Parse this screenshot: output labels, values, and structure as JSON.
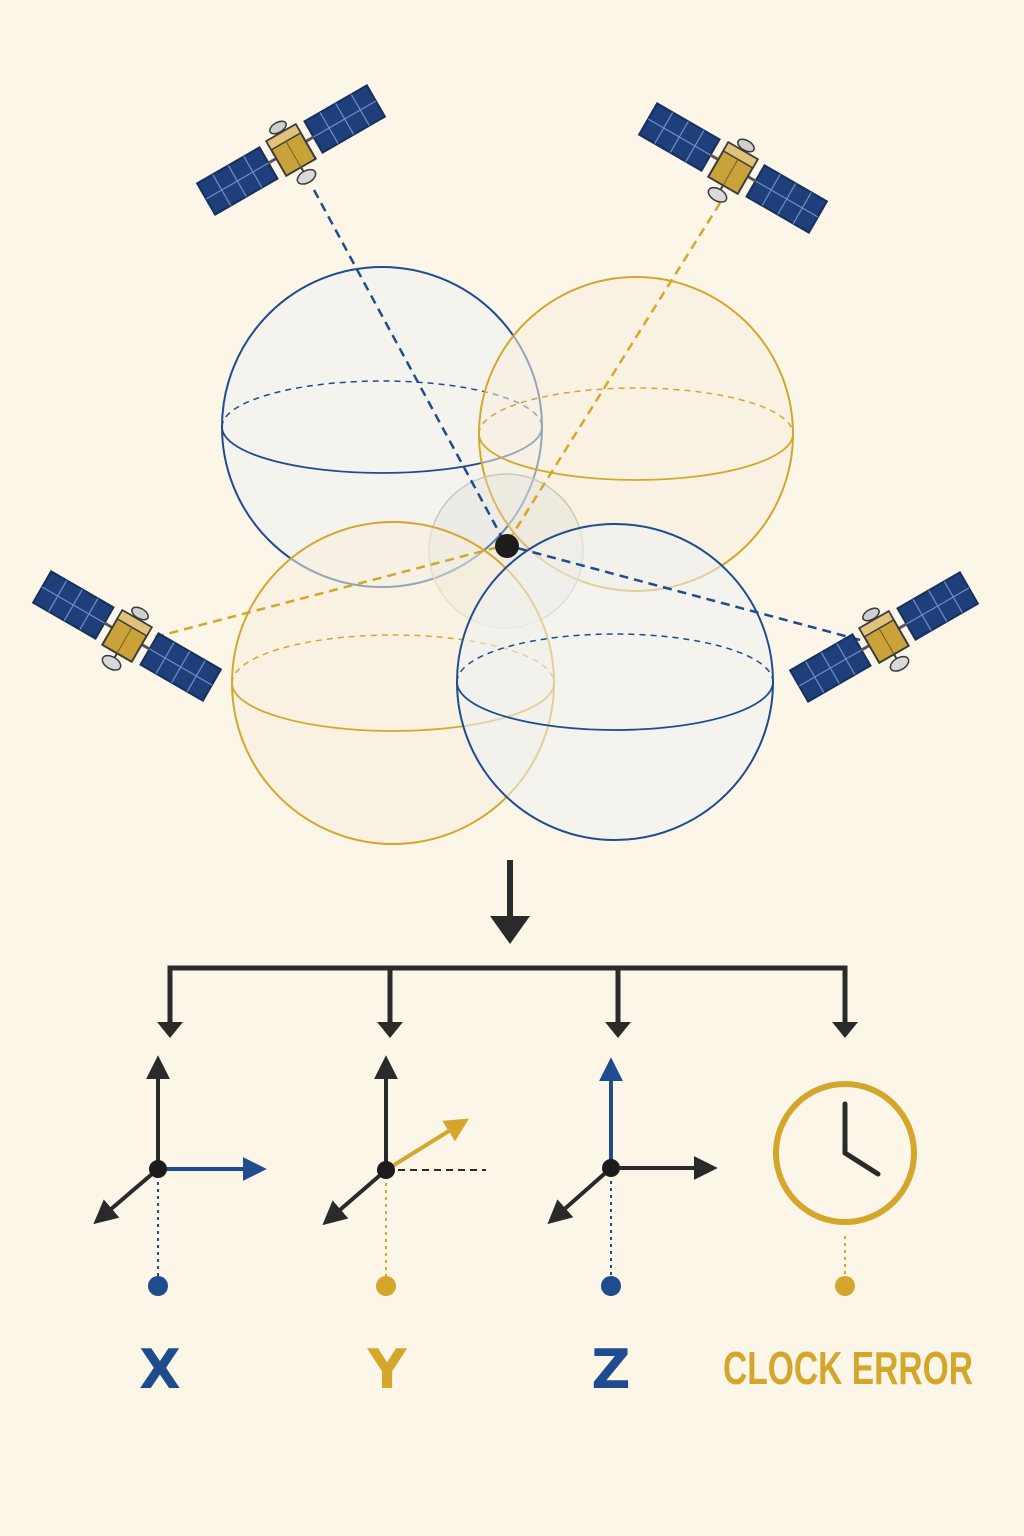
{
  "colors": {
    "background": "#fcf6e9",
    "blue": "#1f4b8f",
    "gold": "#d4a72c",
    "dark": "#2a2a2a",
    "sphere_fill": "#eef1f2"
  },
  "satellites": [
    {
      "name": "satellite-top-left",
      "icon": "satellite-icon",
      "ray_color": "blue"
    },
    {
      "name": "satellite-top-right",
      "icon": "satellite-icon",
      "ray_color": "gold"
    },
    {
      "name": "satellite-bottom-left",
      "icon": "satellite-icon",
      "ray_color": "gold"
    },
    {
      "name": "satellite-bottom-right",
      "icon": "satellite-icon",
      "ray_color": "blue"
    }
  ],
  "spheres": [
    {
      "name": "range-sphere-top-left",
      "color": "blue"
    },
    {
      "name": "range-sphere-top-right",
      "color": "gold"
    },
    {
      "name": "range-sphere-bottom-left",
      "color": "gold"
    },
    {
      "name": "range-sphere-bottom-right",
      "color": "blue"
    }
  ],
  "unknowns": [
    {
      "label": "X",
      "color": "blue",
      "icon": "axis-x-icon"
    },
    {
      "label": "Y",
      "color": "gold",
      "icon": "axis-y-icon"
    },
    {
      "label": "Z",
      "color": "blue",
      "icon": "axis-z-icon"
    },
    {
      "label": "CLOCK ERROR",
      "color": "gold",
      "icon": "clock-icon"
    }
  ]
}
